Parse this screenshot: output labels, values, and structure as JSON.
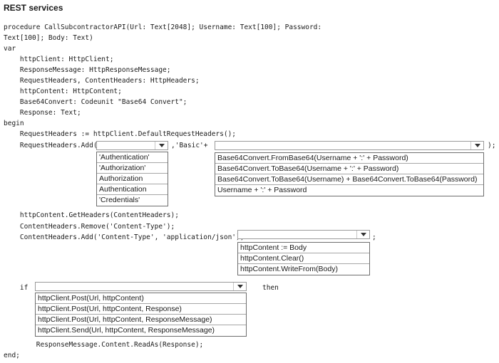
{
  "heading": "REST services",
  "code": {
    "l1": "procedure CallSubcontractorAPI(Url: Text[2048]; Username: Text[100]; Password:",
    "l2": "Text[100]; Body: Text)",
    "l3": "var",
    "l4": "    httpClient: HttpClient;",
    "l5": "    ResponseMessage: HttpResponseMessage;",
    "l6": "    RequestHeaders, ContentHeaders: HttpHeaders;",
    "l7": "    httpContent: HttpContent;",
    "l8": "    Base64Convert: Codeunit \"Base64 Convert\";",
    "l9": "    Response: Text;",
    "l10": "begin",
    "l11": "    RequestHeaders := httpClient.DefaultRequestHeaders();",
    "l12a": "    RequestHeaders.Add(",
    "l12b": ",'Basic'+",
    "l12c": ");",
    "l13": "    httpContent.GetHeaders(ContentHeaders);",
    "l14": "    ContentHeaders.Remove('Content-Type');",
    "l15a": "    ContentHeaders.Add('Content-Type', 'application/json');",
    "l15b": ";",
    "l16a": "    if",
    "l16b": "then",
    "l17": "        ResponseMessage.Content.ReadAs(Response);",
    "l18": "end;"
  },
  "dropdown_header_name": {
    "options": [
      "'Authentication'",
      "'Authorization'",
      "Authorization",
      "Authentication",
      "'Credentials'"
    ]
  },
  "dropdown_auth_value": {
    "options": [
      "Base64Convert.FromBase64(Username + ':' + Password)",
      "Base64Convert.ToBase64(Username + ':' + Password)",
      "Base64Convert.ToBase64(Username) + Base64Convert.ToBase64(Password)",
      "Username + ':' + Password"
    ]
  },
  "dropdown_content": {
    "options": [
      "httpContent := Body",
      "httpContent.Clear()",
      "httpContent.WriteFrom(Body)"
    ]
  },
  "dropdown_send": {
    "options": [
      "httpClient.Post(Url, httpContent)",
      "httpClient.Post(Url, httpContent, Response)",
      "httpClient.Post(Url, httpContent, ResponseMessage)",
      "httpClient.Send(Url, httpContent, ResponseMessage)"
    ]
  }
}
